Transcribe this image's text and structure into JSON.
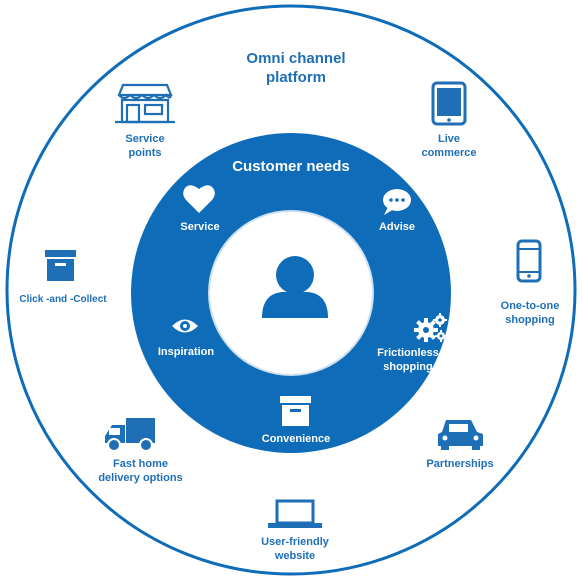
{
  "colors": {
    "primary": "#0f6cb8",
    "ring_white": "#ffffff",
    "text_blue": "#1f6fb6"
  },
  "outer": {
    "title_lines": [
      "Omni channel",
      "platform"
    ],
    "items": [
      {
        "key": "service_points",
        "icon": "storefront-icon",
        "lines": [
          "Service",
          "points"
        ]
      },
      {
        "key": "live_commerce",
        "icon": "tablet-icon",
        "lines": [
          "Live",
          "commerce"
        ]
      },
      {
        "key": "one_to_one",
        "icon": "smartphone-icon",
        "lines": [
          "One-to-one",
          "shopping"
        ]
      },
      {
        "key": "partnerships",
        "icon": "car-icon",
        "lines": [
          "Partnerships"
        ]
      },
      {
        "key": "user_friendly",
        "icon": "laptop-icon",
        "lines": [
          "User-friendly",
          "website"
        ]
      },
      {
        "key": "fast_home",
        "icon": "delivery-truck-icon",
        "lines": [
          "Fast home",
          "delivery options"
        ]
      },
      {
        "key": "click_collect",
        "icon": "box-icon",
        "lines": [
          "Click -and -Collect"
        ]
      }
    ]
  },
  "inner": {
    "title": "Customer needs",
    "center_icon": "user-icon",
    "items": [
      {
        "key": "service",
        "icon": "heart-icon",
        "lines": [
          "Service"
        ]
      },
      {
        "key": "advise",
        "icon": "chat-bubble-icon",
        "lines": [
          "Advise"
        ]
      },
      {
        "key": "frictionless",
        "icon": "gears-icon",
        "lines": [
          "Frictionless",
          "shopping"
        ]
      },
      {
        "key": "convenience",
        "icon": "box-icon",
        "lines": [
          "Convenience"
        ]
      },
      {
        "key": "inspiration",
        "icon": "eye-icon",
        "lines": [
          "Inspiration"
        ]
      }
    ]
  }
}
